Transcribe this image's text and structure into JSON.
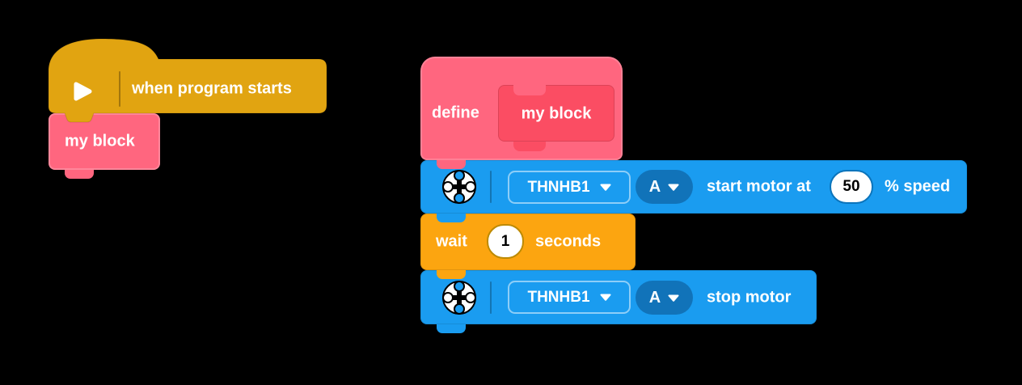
{
  "palette": {
    "background": "#000000",
    "event_yellow": "#E1A411",
    "myblocks_pink": "#FF667F",
    "myblocks_pink_dark": "#FB4D63",
    "motor_blue": "#1A9CF0",
    "motor_blue_dark": "#1173B9",
    "control_orange": "#FCA510",
    "text_white": "#FFFFFF",
    "value_text_black": "#000000"
  },
  "left_stack": {
    "hat": {
      "label": "when program starts",
      "icon": "play-icon"
    },
    "call": {
      "label": "my block"
    }
  },
  "right_stack": {
    "define": {
      "keyword": "define",
      "prototype": "my block"
    },
    "start_motor": {
      "icon": "motor-icon",
      "port": "THNHB1",
      "port_letter": "A",
      "text_start": "start motor at",
      "speed": "50",
      "text_end": "% speed"
    },
    "wait": {
      "text_start": "wait",
      "duration": "1",
      "text_end": "seconds"
    },
    "stop_motor": {
      "icon": "motor-icon",
      "port": "THNHB1",
      "port_letter": "A",
      "text": "stop motor"
    }
  }
}
